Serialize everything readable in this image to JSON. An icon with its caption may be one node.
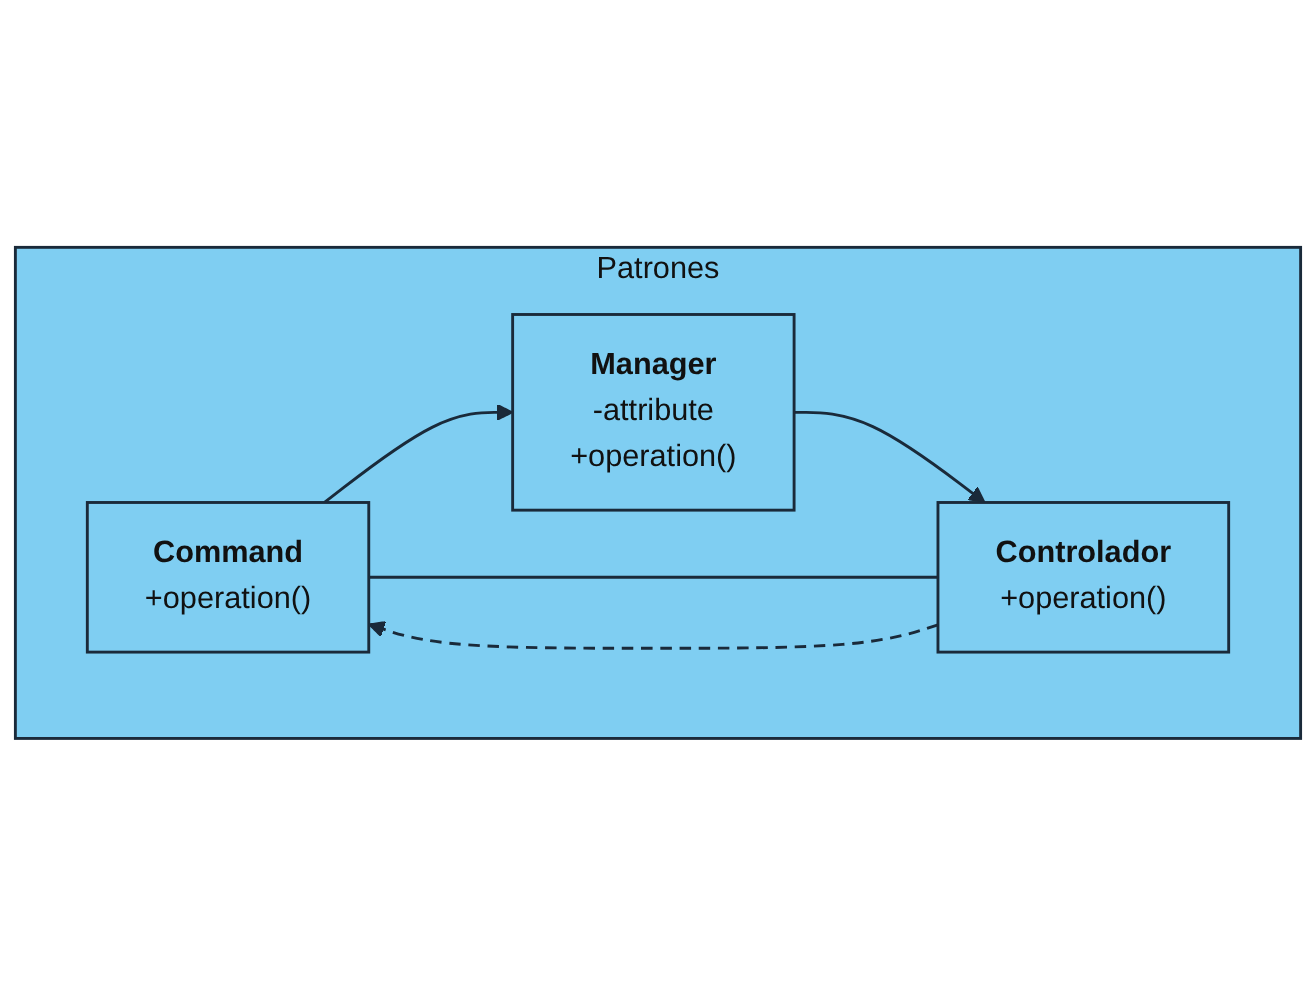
{
  "diagram": {
    "nodes": [
      {
        "text": [
          "Patrones"
        ]
      },
      {
        "text": [
          "Command",
          "+operation()"
        ],
        "in": 0
      },
      {
        "text": [
          "Controlador",
          "+operation()"
        ],
        "in": 0
      },
      {
        "text": [
          "Manager",
          "-attribute",
          "+operation()"
        ],
        "in": 0
      }
    ],
    "edges": [
      {
        "from": 2,
        "to": 1,
        "arrow": "none"
      },
      {
        "from": 2,
        "to": 1,
        "arrow": "to",
        "style": "dashed"
      },
      {
        "from": 1,
        "to": 3,
        "arrow": "to"
      },
      {
        "from": 3,
        "to": 2,
        "arrow": "to"
      }
    ]
  }
}
